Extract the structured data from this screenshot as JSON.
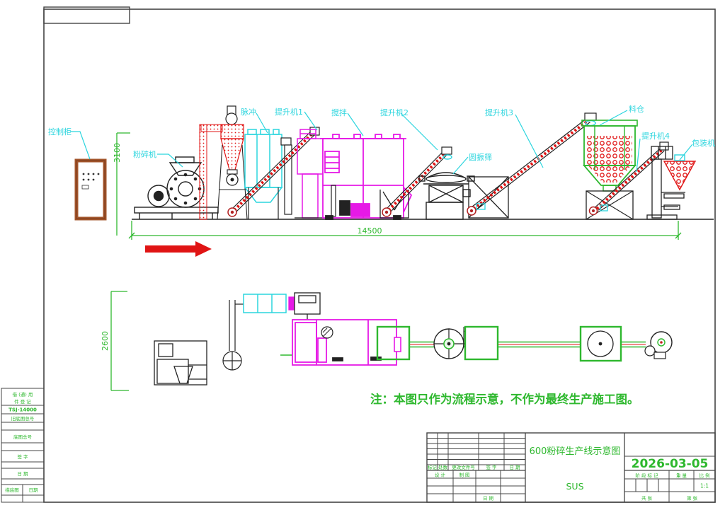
{
  "drawing": {
    "note": "注：本图只作为流程示意，不作为最终生产施工图。",
    "labels": {
      "control_cabinet": "控制柜",
      "crusher": "粉碎机",
      "pulse": "脉冲",
      "elevator1": "提升机1",
      "mixer": "搅拌",
      "elevator2": "提升机2",
      "screen": "圆振筛",
      "elevator3": "提升机3",
      "silo": "料仓",
      "elevator4": "提升机4",
      "packer": "包装机"
    },
    "dimensions": {
      "total_length": "14500",
      "line_height": "3100",
      "plan_depth": "2600"
    }
  },
  "side_column": {
    "row1_line1": "借 (通) 用",
    "row1_line2": "件 登 记",
    "row2": "TSJ-14000",
    "row3": "旧底图总号",
    "row5": "底图总号",
    "row7": "签  字",
    "row9": "日  期",
    "row11_left": "描底图",
    "row11_right": "日期"
  },
  "title_block": {
    "title": "600粉碎生产线示意图",
    "date": "2026-03-05",
    "material": "SUS",
    "scale_value": "1:1",
    "rev_headers": [
      "标记",
      "处数",
      "更改文件号",
      "签 字",
      "日 期"
    ],
    "design": "设 计",
    "draft": "制 图",
    "date_label": "日 期",
    "stage_label": "阶 段 标 记",
    "weight_label": "重 量",
    "scale_label": "比 例",
    "sheets_total": "共  张",
    "sheet_no": "第  张"
  },
  "colors": {
    "green": "#2eb82e",
    "cyan": "#2bd5de",
    "magenta": "#e619e6",
    "red": "#e01414",
    "brown": "#a3552b"
  }
}
